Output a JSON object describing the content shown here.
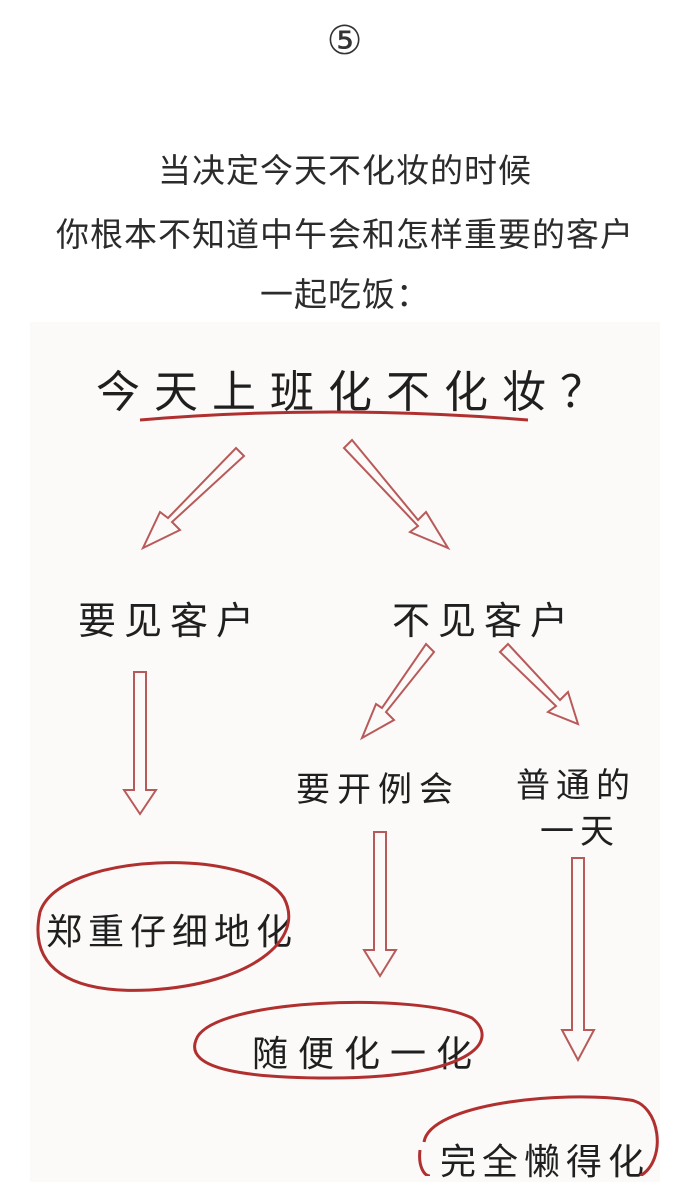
{
  "header": {
    "step_number": "⑤",
    "lines": [
      "当决定今天不化妆的时候",
      "你根本不知道中午会和怎样重要的客户",
      "一起吃饭："
    ]
  },
  "diagram": {
    "title": "今天上班化不化妆？",
    "branches": {
      "left": "要见客户",
      "right": "不见客户"
    },
    "sub_branches": {
      "meeting": "要开例会",
      "ordinary_line1": "普通的",
      "ordinary_line2": "一天"
    },
    "results": {
      "careful": "郑重仔细地化",
      "casual": "随便化一化",
      "lazy": "完全懒得化"
    },
    "colors": {
      "ink": "#1f1f1f",
      "marker": "#b03030",
      "arrow": "#b85a5a"
    }
  }
}
